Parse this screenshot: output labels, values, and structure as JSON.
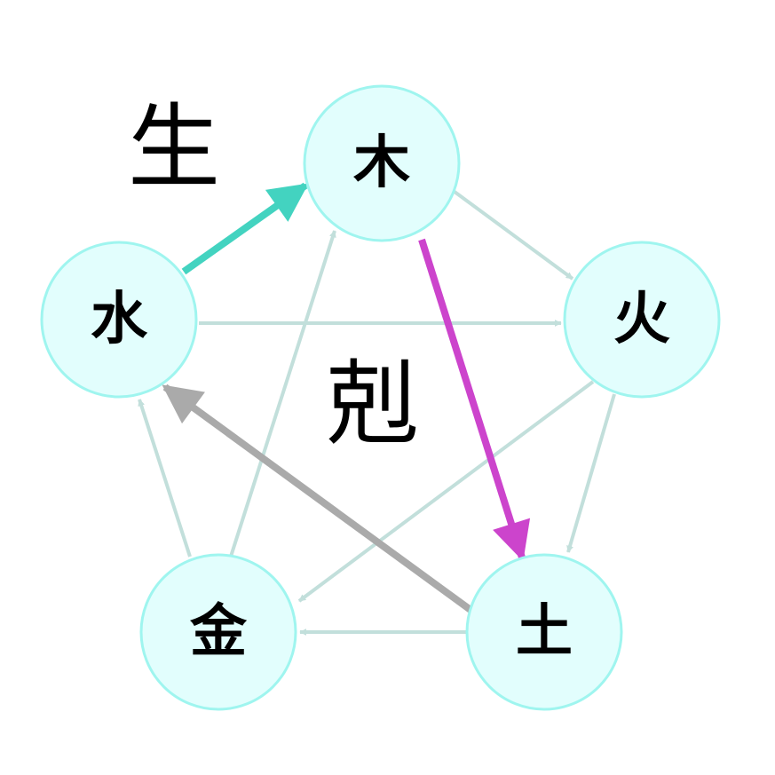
{
  "labels": {
    "sheng": "生",
    "ke": "剋"
  },
  "nodes": {
    "wood": "木",
    "fire": "火",
    "earth": "土",
    "metal": "金",
    "water": "水"
  },
  "colors": {
    "node_fill": "#e2fefd",
    "node_stroke": "#9ff5ef",
    "light_arrow": "#c2dfdb",
    "sheng_highlight": "#43d3c0",
    "ke_highlight": "#cc44cc",
    "ke_secondary": "#aaaaaa"
  }
}
